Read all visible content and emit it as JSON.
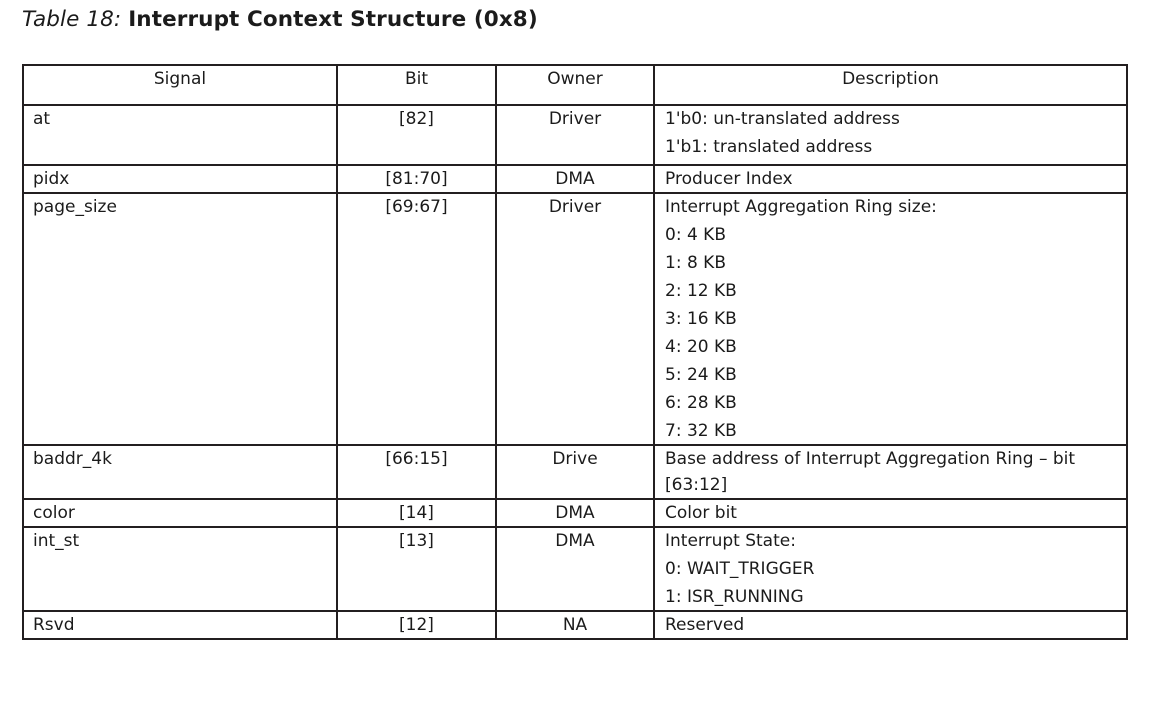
{
  "caption": {
    "label": "Table 18:",
    "title": "Interrupt Context Structure (0x8)"
  },
  "colors": {
    "accent_rule": "#bb1e4e",
    "border": "#231f20",
    "text": "#1b1b1b",
    "background": "#ffffff"
  },
  "table": {
    "headers": {
      "signal": "Signal",
      "bit": "Bit",
      "owner": "Owner",
      "description": "Description"
    },
    "rows": [
      {
        "signal": "at",
        "bit": "[82]",
        "owner": "Driver",
        "description_lines": [
          "1'b0: un-translated address",
          "1'b1: translated address"
        ]
      },
      {
        "signal": "pidx",
        "bit": "[81:70]",
        "owner": "DMA",
        "description_lines": [
          "Producer Index"
        ]
      },
      {
        "signal": "page_size",
        "bit": "[69:67]",
        "owner": "Driver",
        "description_lines": [
          "Interrupt Aggregation Ring size:",
          "0: 4 KB",
          "1: 8 KB",
          "2: 12 KB",
          "3: 16 KB",
          "4: 20 KB",
          "5: 24 KB",
          "6: 28 KB",
          "7: 32 KB"
        ]
      },
      {
        "signal": "baddr_4k",
        "bit": "[66:15]",
        "owner": "Drive",
        "description_lines": [
          "Base address of Interrupt Aggregation Ring – bit [63:12]"
        ]
      },
      {
        "signal": "color",
        "bit": "[14]",
        "owner": "DMA",
        "description_lines": [
          "Color bit"
        ]
      },
      {
        "signal": "int_st",
        "bit": "[13]",
        "owner": "DMA",
        "description_lines": [
          "Interrupt State:",
          "0: WAIT_TRIGGER",
          "1: ISR_RUNNING"
        ]
      },
      {
        "signal": "Rsvd",
        "bit": "[12]",
        "owner": "NA",
        "description_lines": [
          "Reserved"
        ]
      }
    ]
  }
}
